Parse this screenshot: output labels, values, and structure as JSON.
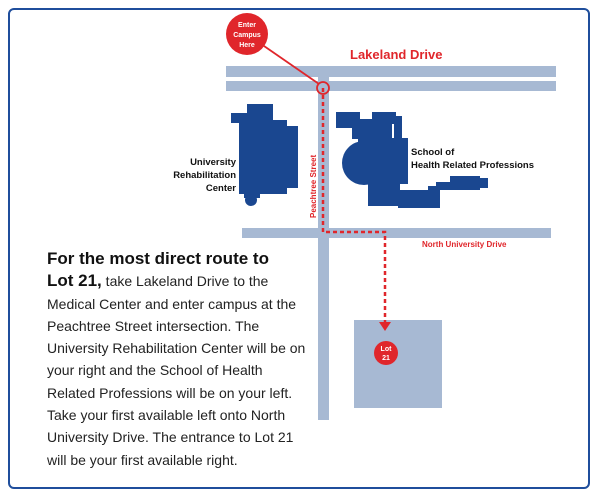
{
  "colors": {
    "road": "#a7b9d3",
    "building": "#1a4790",
    "route": "#e0262b",
    "frame": "#1f4e9c",
    "text_dark": "#111111"
  },
  "labels": {
    "enter_marker": [
      "Enter",
      "Campus",
      "Here"
    ],
    "lakeland_drive": "Lakeland Drive",
    "north_university_drive": "North University Drive",
    "peachtree_street": "Peachtree Street",
    "university_rehab": [
      "University",
      "Rehabilitation",
      "Center"
    ],
    "school_health": [
      "School of",
      "Health Related Professions"
    ],
    "lot_marker": [
      "Lot",
      "21"
    ]
  },
  "directions": {
    "lead_line1": "For the most direct route to",
    "lead_line2": "Lot 21,",
    "body": " take Lakeland Drive to the Medical Center and enter campus at the Peachtree Street intersection. The University Rehabilitation Center will be on your right and the School of Health Related Professions will be on your left. Take your first available left onto North University Drive. The entrance to Lot 21 will be your first available right."
  }
}
